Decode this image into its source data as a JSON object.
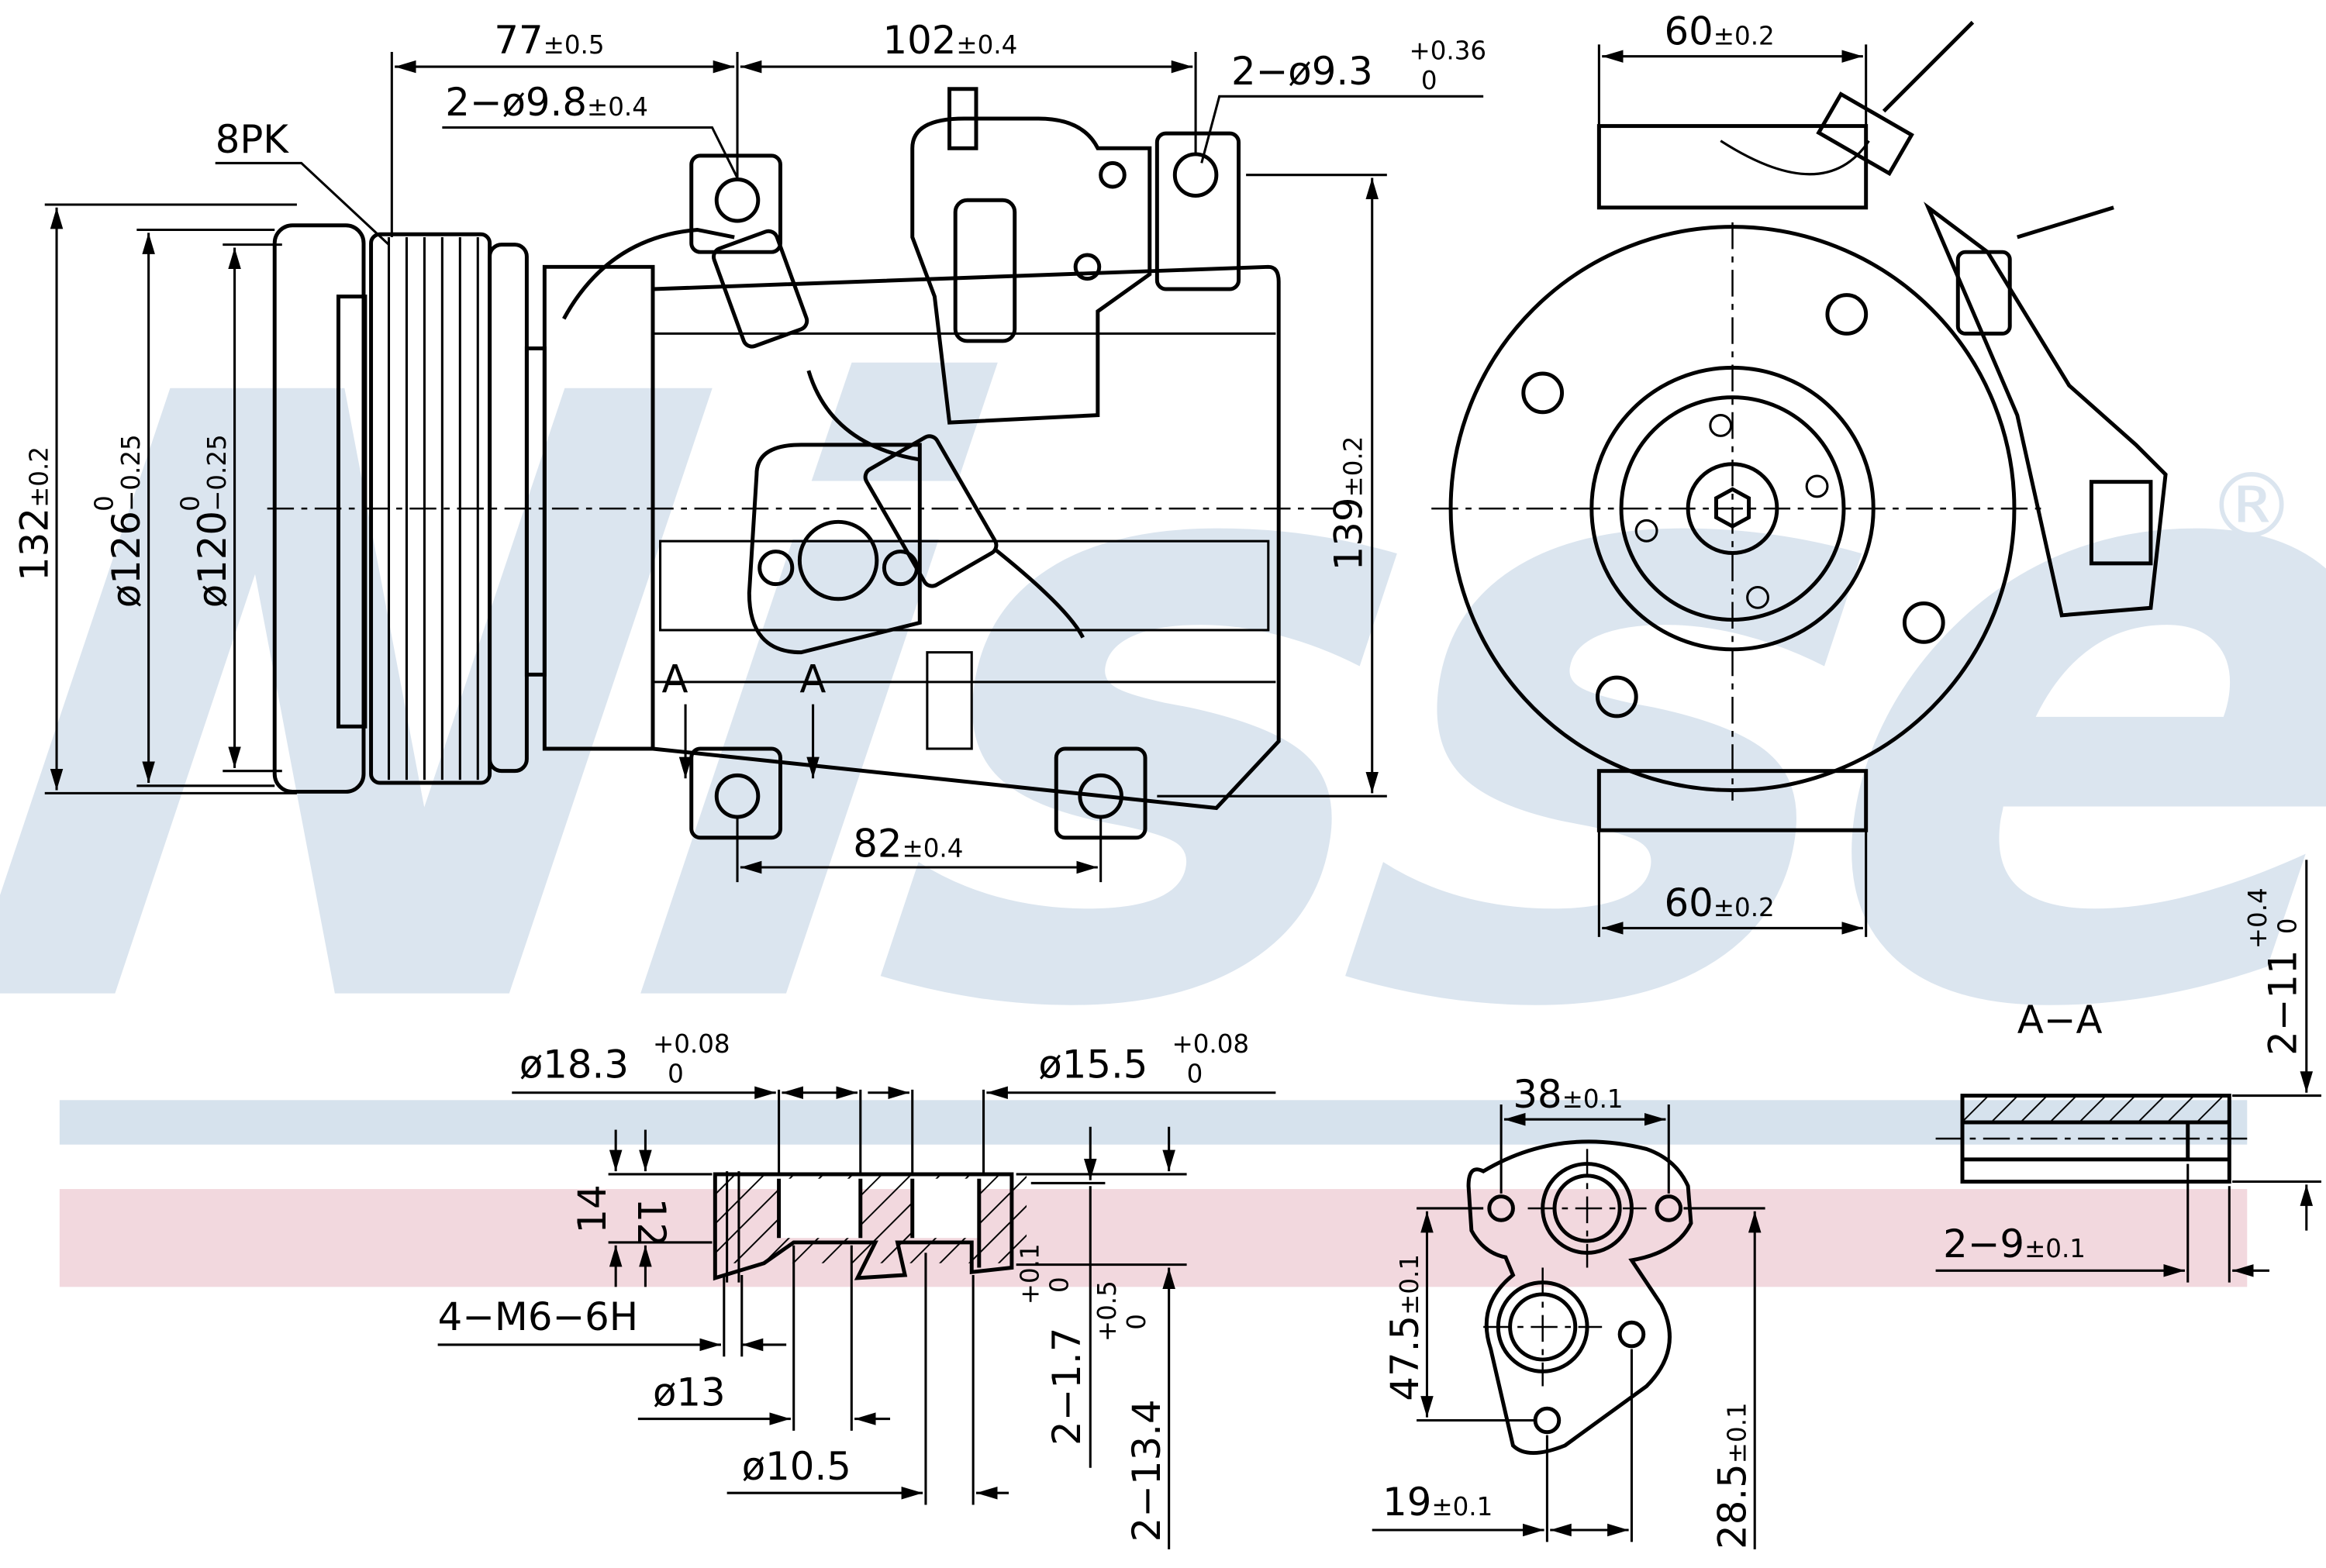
{
  "watermark": {
    "brand": "Nissens",
    "registered": "®"
  },
  "colors": {
    "watermark": "#dbe5ef",
    "band_blue": "#d6e2ed",
    "band_pink": "#f2d8de",
    "line": "#000000"
  },
  "front_view": {
    "dim_77": "77",
    "dim_77_tol": "±0.5",
    "dim_102": "102",
    "dim_102_tol": "±0.4",
    "holes_98": "2−ø9.8",
    "holes_98_tol": "±0.4",
    "holes_93": "2−ø9.3",
    "holes_93_tol_upper": "+0.36",
    "holes_93_tol_lower": "0",
    "belt": "8PK",
    "dim_132": "132",
    "dim_132_tol": "±0.2",
    "dia_126": "ø126",
    "dia_126_tol_upper": "0",
    "dia_126_tol_lower": "−0.25",
    "dia_120": "ø120",
    "dia_120_tol_upper": "0",
    "dia_120_tol_lower": "−0.25",
    "dim_139": "139",
    "dim_139_tol": "±0.2",
    "dim_82": "82",
    "dim_82_tol": "±0.4",
    "section_mark_left": "A",
    "section_mark_right": "A"
  },
  "side_view": {
    "dim_60_top": "60",
    "dim_60_top_tol": "±0.2",
    "dim_60_bottom": "60",
    "dim_60_bottom_tol": "±0.2"
  },
  "port_section": {
    "dia_183": "ø18.3",
    "dia_183_tol_upper": "+0.08",
    "dia_183_tol_lower": "0",
    "dia_155": "ø15.5",
    "dia_155_tol_upper": "+0.08",
    "dia_155_tol_lower": "0",
    "dim_14": "14",
    "dim_12": "12",
    "thread": "4−M6−6H",
    "dia_13": "ø13",
    "dia_105": "ø10.5",
    "depth_17": "2−1.7",
    "depth_17_tol_upper": "+0.1",
    "depth_17_tol_lower": "0",
    "depth_134": "2−13.4",
    "depth_134_tol_upper": "+0.5",
    "depth_134_tol_lower": "0"
  },
  "flange_view": {
    "dim_38": "38",
    "dim_38_tol": "±0.1",
    "dim_475": "47.5",
    "dim_475_tol": "±0.1",
    "dim_285": "28.5",
    "dim_285_tol": "±0.1",
    "dim_19": "19",
    "dim_19_tol": "±0.1"
  },
  "section_aa": {
    "title": "A−A",
    "dim_11": "2−11",
    "dim_11_tol_upper": "+0.4",
    "dim_11_tol_lower": "0",
    "dim_9": "2−9",
    "dim_9_tol": "±0.1"
  }
}
